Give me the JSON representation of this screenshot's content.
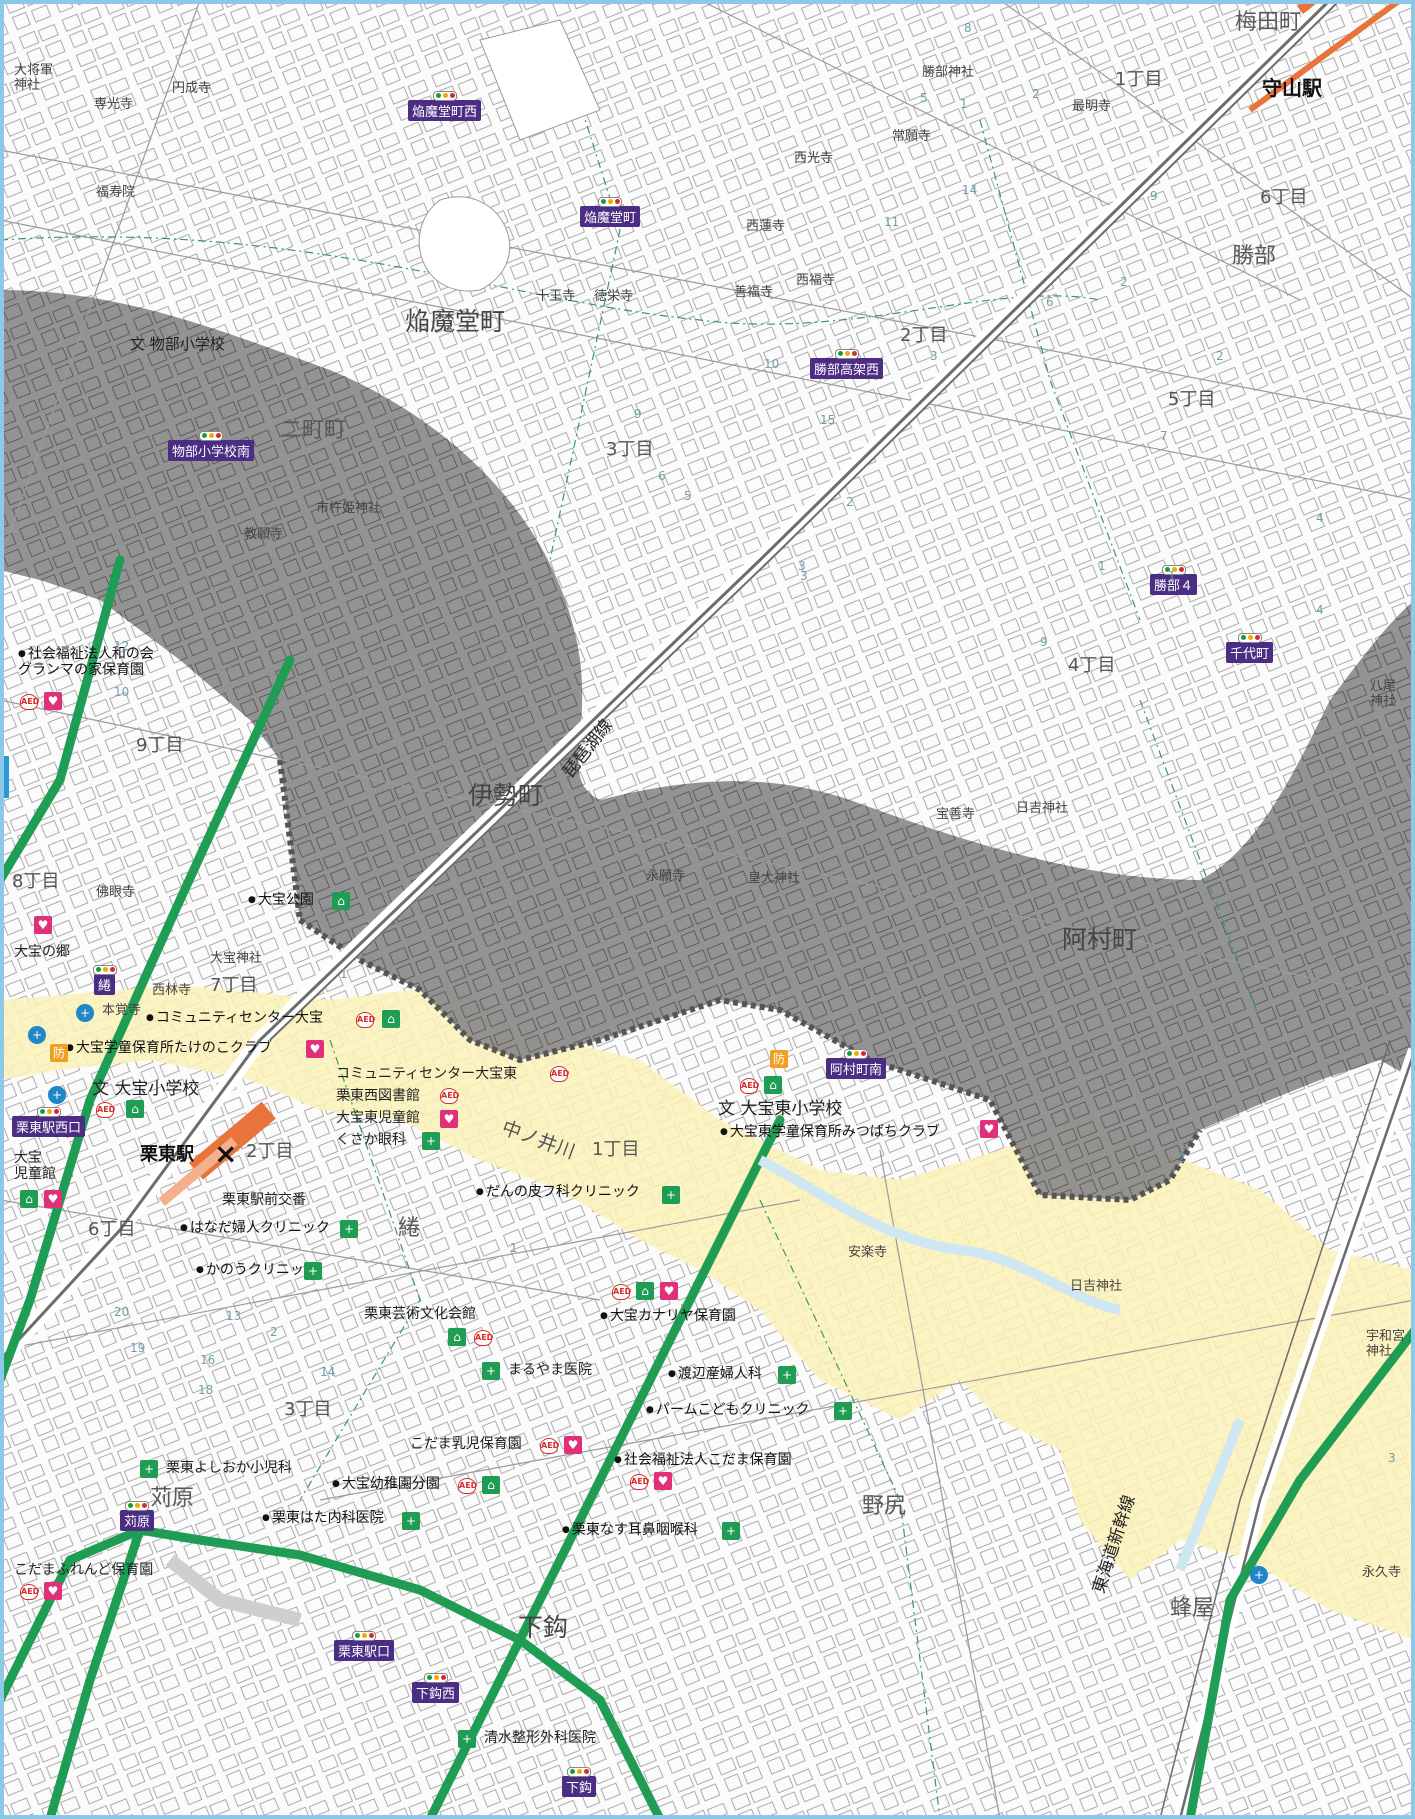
{
  "colors": {
    "hazard_gray": "#8a8a8a",
    "yellow_zone": "#fbf1b8",
    "main_road": "#1f9d55",
    "rail_orange": "#e8743b",
    "signal_label": "#4b2e83"
  },
  "stations": {
    "moriyama": "守山駅",
    "rittou": "栗東駅"
  },
  "railways": {
    "biwako": "琵琶湖線",
    "tokaido": "東海道新幹線"
  },
  "signals": {
    "enmado_nishi": "焔魔堂町西",
    "enmado": "焔魔堂町",
    "katsube_koka_nishi": "勝部高架西",
    "monobe_sho_minami": "物部小学校南",
    "katsube4": "勝部４",
    "chiyo": "千代町",
    "amura_minami": "阿村町南",
    "hetsu": "綣",
    "rittou_nishiguchi": "栗東駅西口",
    "chikahara": "苅原",
    "rittou_ekiguchi": "栗東駅口",
    "shimomagari_nishi": "下鈎西",
    "shimomagari": "下鈎"
  },
  "areas": {
    "umeda": "梅田町",
    "katsube": "勝部",
    "enmado": "焔魔堂町",
    "futamachi": "二町町",
    "ise": "伊勢町",
    "amura": "阿村町",
    "hetsu": "綣",
    "nojiri": "野尻",
    "shimomagari": "下鈎",
    "hachiya": "蜂屋",
    "chikahara": "苅原",
    "nakanoigawa": "中ノ井川"
  },
  "chome": {
    "c1_katsube": "1丁目",
    "c2_katsube": "2丁目",
    "c3_enmado": "3丁目",
    "c4_katsube": "4丁目",
    "c5_katsube": "5丁目",
    "c6_katsube": "6丁目",
    "c7": "7丁目",
    "c8": "8丁目",
    "c9": "9丁目",
    "c1_hetsu": "1丁目",
    "c2_hetsu": "2丁目",
    "c3_hetsu": "3丁目",
    "c6_hetsu": "6丁目"
  },
  "temples": {
    "taishogun": "大将軍\n神社",
    "ensei": "円成寺",
    "senko": "専光寺",
    "fukuju": "福寿院",
    "katsube_jinja": "勝部神社",
    "saimyo": "最明寺",
    "jogan": "常願寺",
    "saiko": "西光寺",
    "sairen": "西蓮寺",
    "saifuku": "西福寺",
    "zenpuku": "善福寺",
    "juo": "十王寺",
    "tokusho": "徳栄寺",
    "ichikishima": "市杵姫神社",
    "kyogan": "教願寺",
    "hachio": "八尾\n神社",
    "hozen": "宝善寺",
    "hiyoshi": "日吉神社",
    "eigan": "永願寺",
    "kotai": "皇大神社",
    "butsugan": "佛眼寺",
    "ohoshi_jinja": "大宝神社",
    "sairin": "西林寺",
    "hongaku": "本覚寺",
    "anraku": "安楽寺",
    "hiyoshi2": "日吉神社",
    "uwamiya": "宇和宮\n神社",
    "eikyu": "永久寺"
  },
  "facilities": {
    "monobe_school": "物部小学校",
    "wanokai_hoikuen": "社会福祉法人和の会\nグランマの家保育園",
    "ohoshi_park": "大宝公園",
    "ohoshi_sato": "大宝の郷",
    "cc_ohoshi": "コミュニティセンター大宝",
    "takenoko_club": "大宝学童保育所たけのこクラブ",
    "ohoshi_school": "大宝小学校",
    "ohoshi_jidokan": "大宝\n児童館",
    "cc_ohoshi_higashi": "コミュニティセンター大宝東",
    "rittou_nishi_library": "栗東西図書館",
    "ohoshi_higashi_jidokan": "大宝東児童館",
    "kusaka_ganka": "くさか眼科",
    "ohoshi_higashi_school": "大宝東小学校",
    "mitsubachi_club": "大宝東学童保育所みつばちクラブ",
    "ekimae_koban": "栗東駅前交番",
    "danno_hifuka": "だんの皮フ科クリニック",
    "hanada_fujinka": "はなだ婦人クリニック",
    "kanou_clinic": "かのうクリニック",
    "geijutsu_kaikan": "栗東芸術文化会館",
    "kanariya_hoikuen": "大宝カナリヤ保育園",
    "maruyama_iin": "まるやま医院",
    "watanabe_sanfujinka": "渡辺産婦人科",
    "palm_kodomo": "パームこどもクリニック",
    "kodama_nyuji": "こだま乳児保育園",
    "kodama_hoikuen": "社会福祉法人こだま保育園",
    "yoshioka_shonika": "栗東よしおか小児科",
    "ohoshi_yochien": "大宝幼稚園分園",
    "hata_naika": "栗東はた内科医院",
    "nasu_jibika": "栗東なす耳鼻咽喉科",
    "kodama_friend": "こだまふれんど保育園",
    "shimizu_seikei": "清水整形外科医院"
  },
  "blocks": [
    "8",
    "2",
    "1",
    "14",
    "11",
    "9",
    "10",
    "15",
    "3",
    "2",
    "5",
    "6",
    "4",
    "2",
    "7",
    "3",
    "1",
    "6",
    "2",
    "7",
    "9",
    "12",
    "10",
    "20",
    "19",
    "18",
    "16",
    "14",
    "13",
    "2",
    "3",
    "1",
    "5",
    "9",
    "4",
    "3",
    "1",
    "2",
    "1"
  ],
  "icons": {
    "school": "school-icon",
    "temple": "temple-icon",
    "shrine": "shrine-icon",
    "hospital": "hospital-icon",
    "childcare": "childcare-icon",
    "evac": "evacuation-site-icon",
    "aed": "aed-icon",
    "police": "police-box-icon",
    "disaster": "disaster-prevention-icon",
    "welfare": "welfare-shelter-icon"
  },
  "aed_text": "AED"
}
